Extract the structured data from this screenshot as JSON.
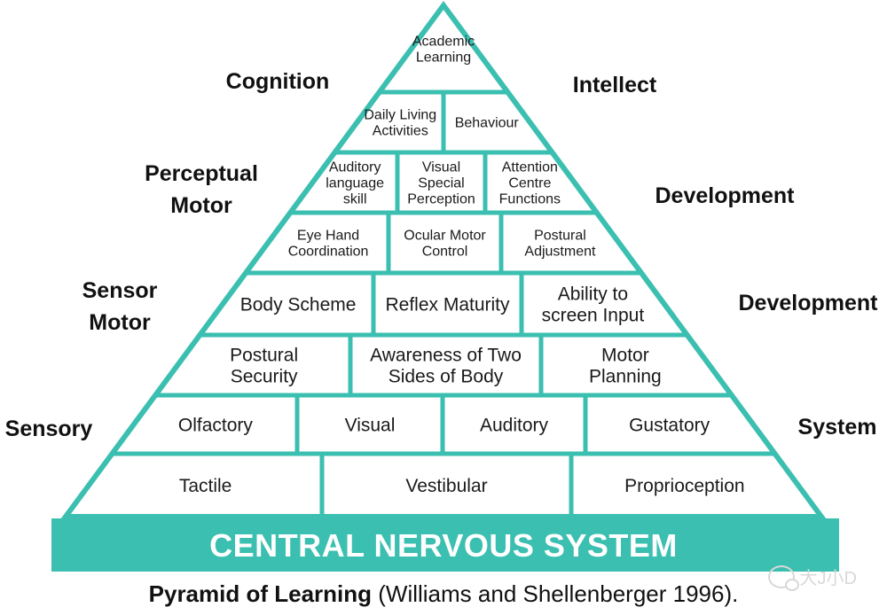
{
  "colors": {
    "teal": "#3bbfb0",
    "text": "#1a1a1a",
    "white": "#ffffff"
  },
  "pyramid": {
    "rows": [
      [
        "Academic\nLearning"
      ],
      [
        "Daily Living\nActivities",
        "Behaviour"
      ],
      [
        "Auditory\nlanguage\nskill",
        "Visual\nSpecial\nPerception",
        "Attention\nCentre\nFunctions"
      ],
      [
        "Eye Hand\nCoordination",
        "Ocular Motor\nControl",
        "Postural\nAdjustment"
      ],
      [
        "Body Scheme",
        "Reflex Maturity",
        "Ability to\nscreen Input"
      ],
      [
        "Postural\nSecurity",
        "Awareness of Two\nSides of Body",
        "Motor\nPlanning"
      ],
      [
        "Olfactory",
        "Visual",
        "Auditory",
        "Gustatory"
      ],
      [
        "Tactile",
        "Vestibular",
        "Proprioception"
      ]
    ],
    "base_label": "CENTRAL NERVOUS SYSTEM"
  },
  "side_labels": {
    "left": [
      "Cognition",
      "Perceptual\nMotor",
      "Sensor\nMotor",
      "Sensory"
    ],
    "right": [
      "Intellect",
      "Development",
      "Development",
      "System"
    ]
  },
  "caption": {
    "title": "Pyramid of Learning",
    "citation": " (Williams and Shellenberger 1996)."
  },
  "watermark": "大J小D"
}
